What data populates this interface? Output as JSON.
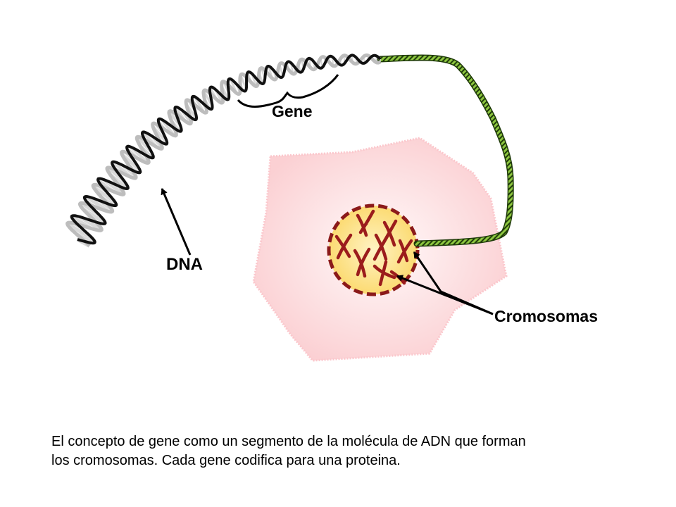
{
  "labels": {
    "gene": "Gene",
    "dna": "DNA",
    "chromosomes": "Cromosomas"
  },
  "caption": {
    "line1": "El concepto de gene como un segmento de la molécula de ADN que forman",
    "line2": "los cromosomas. Cada gene codifica para una proteina."
  },
  "colors": {
    "cell_fill": "#fbd0d3",
    "nucleus_fill": "#fbd86a",
    "nucleus_border": "#8b1a1a",
    "chromosome": "#9b1c1c",
    "dna_strand_dark": "#111111",
    "dna_strand_light": "#bdbdbd",
    "fiber_green": "#8cc63f"
  }
}
